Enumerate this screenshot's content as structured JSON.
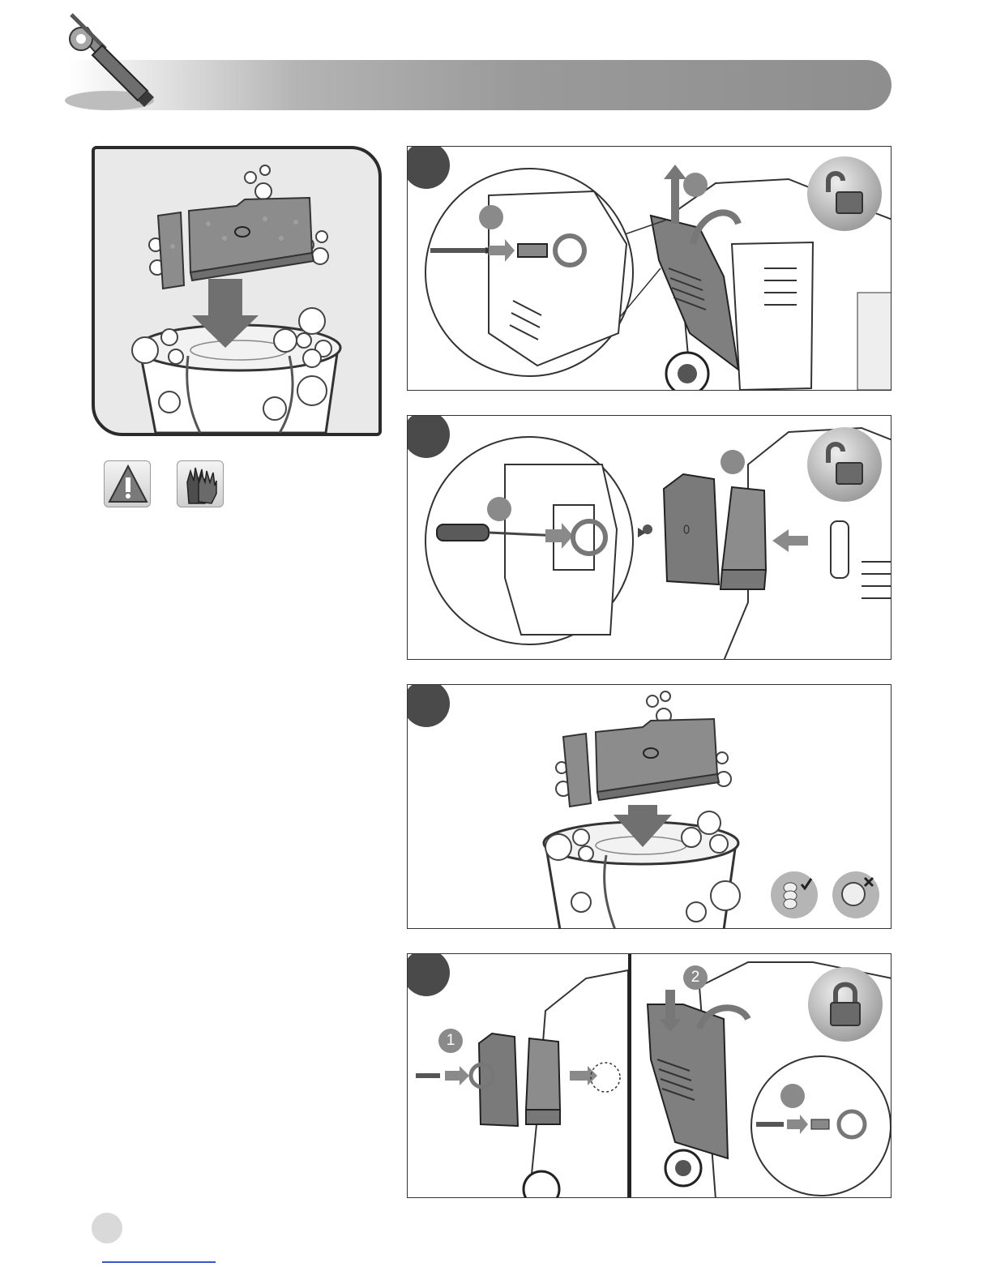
{
  "header": {
    "icon": "tools-icon"
  },
  "intro": {
    "icon": "foam-filter-wash-icon"
  },
  "safety_icons": [
    {
      "name": "warning-triangle-icon"
    },
    {
      "name": "gloves-icon"
    }
  ],
  "steps": [
    {
      "sub_labels": [
        "",
        ""
      ],
      "lock_state": "unlocked"
    },
    {
      "sub_labels": [
        "",
        ""
      ],
      "lock_state": "unlocked"
    },
    {
      "sub_labels": [],
      "icons": [
        "squeeze-ok-icon",
        "twist-not-ok-icon"
      ]
    },
    {
      "sub_labels": [
        "1",
        "2",
        ""
      ],
      "lock_state": "locked"
    }
  ],
  "colors": {
    "dark": "#4a4a4a",
    "sub_badge": "#8a8a8a",
    "filter": "#8c8c8c"
  }
}
